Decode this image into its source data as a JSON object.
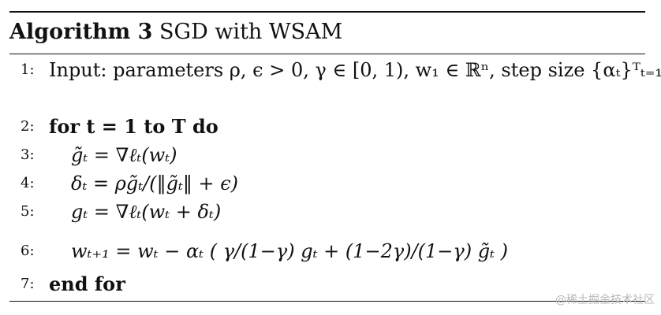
{
  "algorithm": {
    "label": "Algorithm 3",
    "title": "SGD with WSAM",
    "lines": [
      {
        "number": "1:",
        "text": "Input: parameters ρ, ϵ > 0, γ ∈ [0, 1), w₁ ∈ ℝⁿ, step size {αₜ}ᵀₜ₌₁"
      },
      {
        "number": "2:",
        "text": "for t = 1 to T do"
      },
      {
        "number": "3:",
        "text": "g̃ₜ = ∇ℓₜ(wₜ)"
      },
      {
        "number": "4:",
        "text": "δₜ = ρg̃ₜ/(‖g̃ₜ‖ + ϵ)"
      },
      {
        "number": "5:",
        "text": "gₜ = ∇ℓₜ(wₜ + δₜ)"
      },
      {
        "number": "6:",
        "text": "wₜ₊₁ = wₜ − αₜ ( γ/(1−γ) gₜ + (1−2γ)/(1−γ) g̃ₜ )"
      },
      {
        "number": "7:",
        "text": "end for"
      }
    ]
  },
  "watermark": "@稀土掘金技术社区"
}
